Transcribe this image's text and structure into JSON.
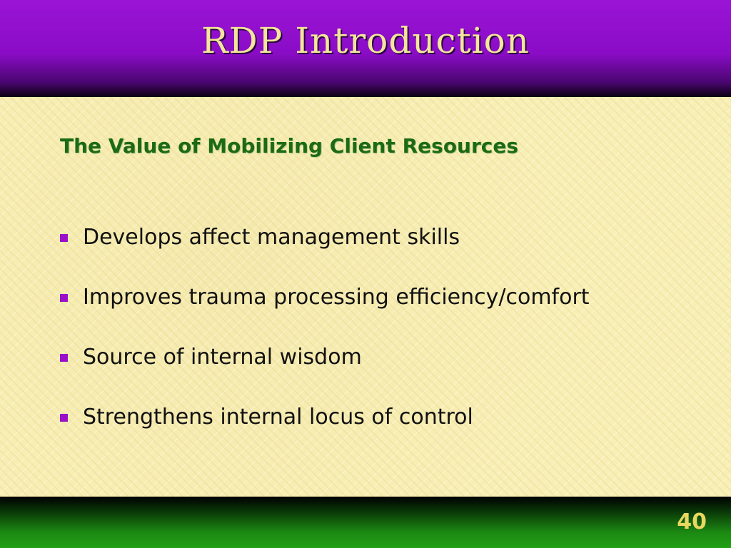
{
  "header": {
    "title": "RDP Introduction"
  },
  "content": {
    "subtitle": "The Value of Mobilizing Client Resources",
    "bullets": [
      "Develops affect management skills",
      "Improves trauma processing efficiency/comfort",
      "Source of internal wisdom",
      "Strengthens internal locus of control"
    ]
  },
  "footer": {
    "slide_number": "40"
  },
  "colors": {
    "header_purple": "#9a14d6",
    "title_gold": "#f2e69a",
    "subtitle_green": "#1c6a14",
    "bullet_marker": "#9a10c8",
    "footer_green": "#22a016",
    "slide_number_gold": "#e8d860",
    "background_parchment": "#f8efb6"
  }
}
